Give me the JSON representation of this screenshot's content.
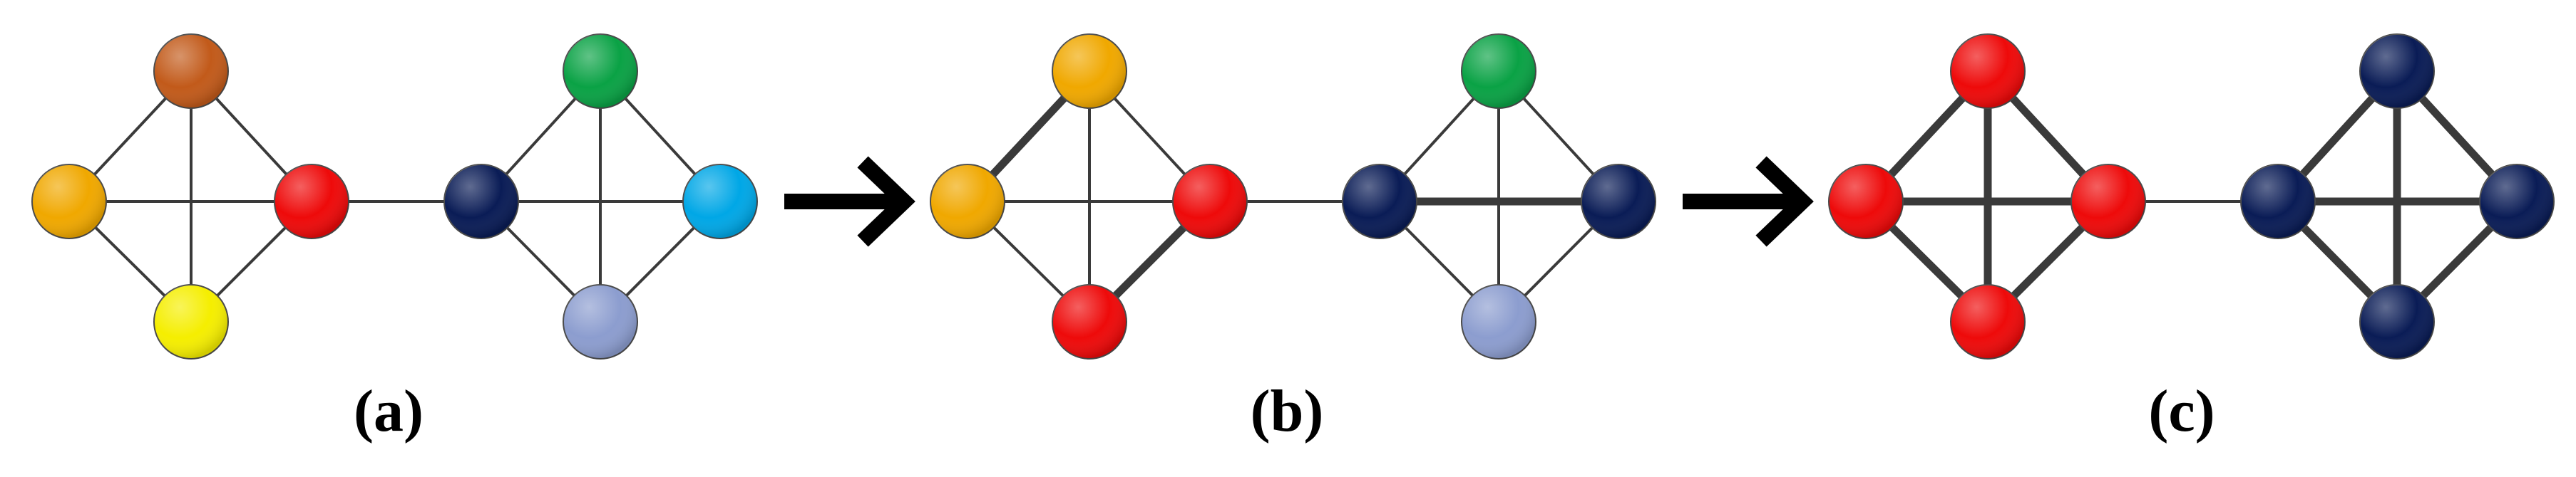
{
  "panels": [
    {
      "caption": "(a)",
      "nodes": [
        {
          "color": "#c25a1a"
        },
        {
          "color": "#f0a800"
        },
        {
          "color": "#ee0a0a"
        },
        {
          "color": "#f5ee00"
        },
        {
          "color": "#0a1c56"
        },
        {
          "color": "#0aa245"
        },
        {
          "color": "#00a7e6"
        },
        {
          "color": "#8c9dcf"
        }
      ],
      "thick_edges": []
    },
    {
      "caption": "(b)",
      "nodes": [
        {
          "color": "#f0a800"
        },
        {
          "color": "#f0a800"
        },
        {
          "color": "#ee0a0a"
        },
        {
          "color": "#ee0a0a"
        },
        {
          "color": "#0a1c56"
        },
        {
          "color": "#0aa245"
        },
        {
          "color": "#0a1c56"
        },
        {
          "color": "#8c9dcf"
        }
      ],
      "thick_edges": [
        [
          0,
          1
        ],
        [
          2,
          3
        ],
        [
          4,
          6
        ]
      ]
    },
    {
      "caption": "(c)",
      "nodes": [
        {
          "color": "#ee0a0a"
        },
        {
          "color": "#ee0a0a"
        },
        {
          "color": "#ee0a0a"
        },
        {
          "color": "#ee0a0a"
        },
        {
          "color": "#0a1c56"
        },
        {
          "color": "#0a1c56"
        },
        {
          "color": "#0a1c56"
        },
        {
          "color": "#0a1c56"
        }
      ],
      "thick_edges": [
        [
          0,
          1
        ],
        [
          0,
          2
        ],
        [
          0,
          3
        ],
        [
          1,
          2
        ],
        [
          1,
          3
        ],
        [
          2,
          3
        ],
        [
          4,
          5
        ],
        [
          4,
          6
        ],
        [
          4,
          7
        ],
        [
          5,
          6
        ],
        [
          5,
          7
        ],
        [
          6,
          7
        ]
      ]
    }
  ],
  "edge_color": "#3a3a3a",
  "arrow_color": "#000000"
}
